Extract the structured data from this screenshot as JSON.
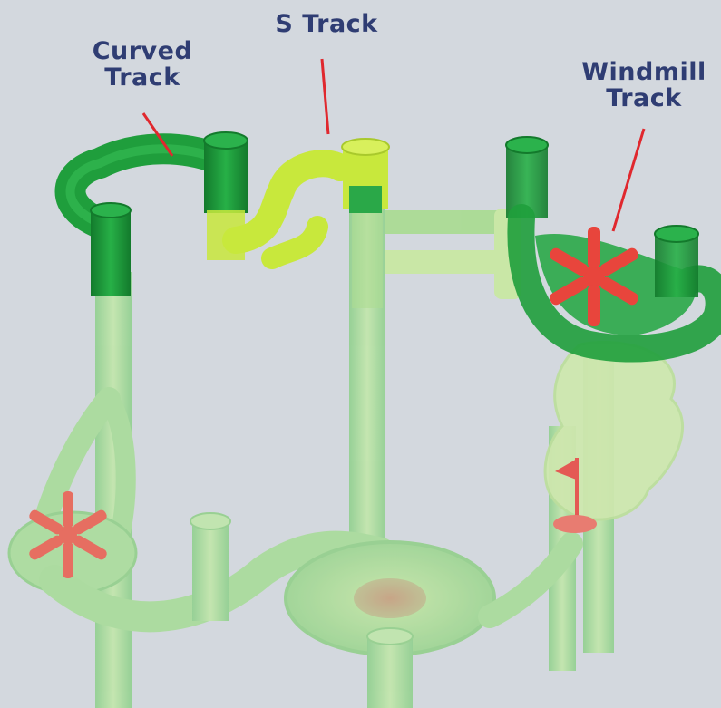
{
  "labels": {
    "curved": {
      "line1": "Curved",
      "line2": "Track"
    },
    "s_track": {
      "line1": "S Track"
    },
    "windmill": {
      "line1": "Windmill",
      "line2": "Track"
    }
  },
  "colors": {
    "background": "#d3d8de",
    "label_text": "#2f3d73",
    "pointer_line": "#e0282e",
    "dark_green": "#1f9e3c",
    "bright_yellow_green": "#c8e83c",
    "faded_green": "#9fd89a",
    "windmill_red": "#e8453c"
  }
}
